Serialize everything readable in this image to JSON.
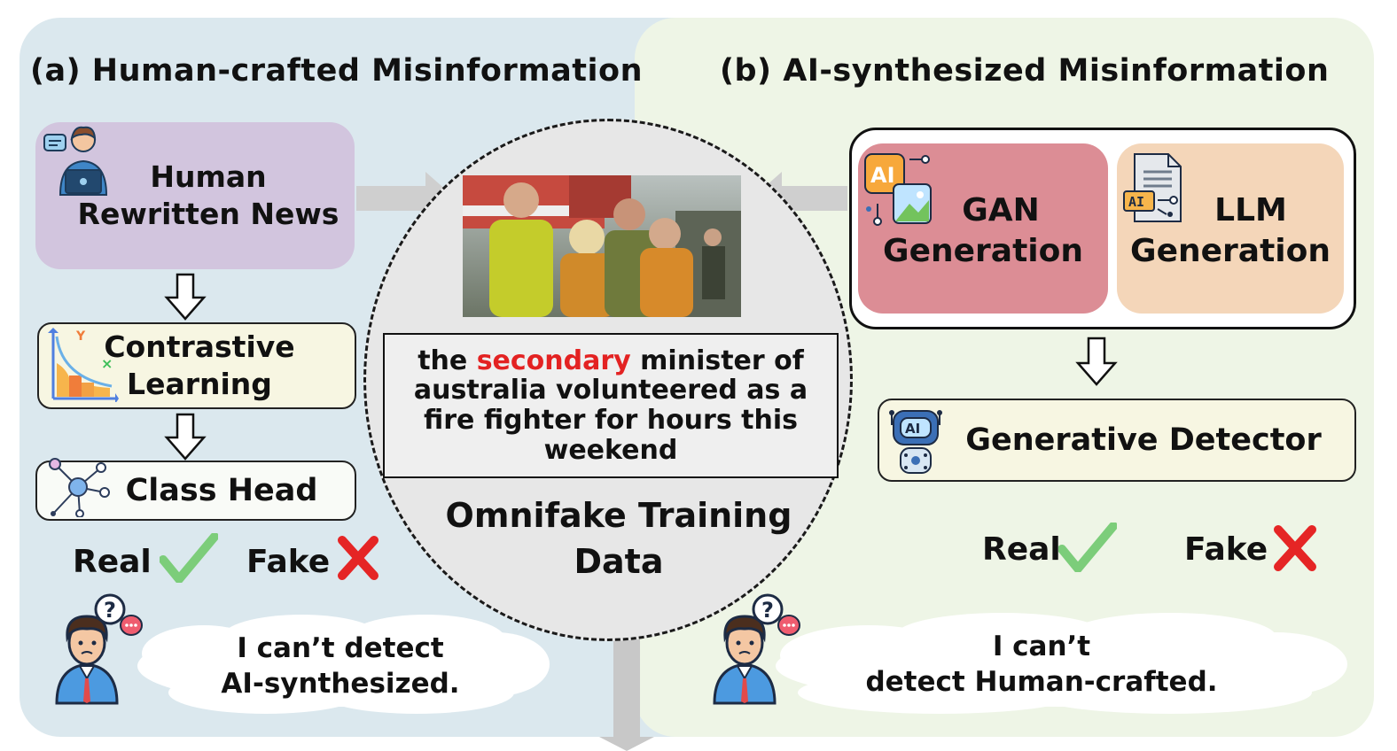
{
  "left_panel": {
    "title": "(a) Human-crafted Misinformation",
    "human_news": {
      "line1": "Human",
      "line2": "Rewritten News"
    },
    "contrastive": {
      "line1": "Contrastive",
      "line2": "Learning"
    },
    "class_head": "Class Head",
    "real_label": "Real",
    "fake_label": "Fake",
    "speech": {
      "line1": "I can’t detect",
      "line2": "AI-synthesized."
    }
  },
  "right_panel": {
    "title": "(b) AI-synthesized Misinformation",
    "gan": {
      "line1": "GAN",
      "line2": "Generation"
    },
    "llm": {
      "line1": "LLM",
      "line2": "Generation"
    },
    "detector": "Generative Detector",
    "real_label": "Real",
    "fake_label": "Fake",
    "speech": {
      "line1": "I can’t",
      "line2": "detect Human-crafted."
    }
  },
  "center": {
    "caption_before": "the ",
    "caption_highlight": "secondary",
    "caption_after": " minister of australia volunteered as a fire fighter for hours this weekend",
    "title_line1": "Omnifake Training",
    "title_line2": "Data"
  },
  "icons": {
    "human": "person-with-laptop-icon",
    "contrastive": "chart-icon",
    "class_head": "network-nodes-icon",
    "gan": "ai-image-icon",
    "llm": "ai-document-icon",
    "detector": "robot-icon",
    "confused_person": "confused-person-icon",
    "real": "check-icon",
    "fake": "cross-icon"
  },
  "colors": {
    "left_panel": "#dbe8ee",
    "right_panel": "#eef5e6",
    "human_box": "#d2c5de",
    "gan_box": "#dc8d95",
    "llm_box": "#f4d6b9",
    "detector_box": "#f7f6e2",
    "highlight": "#e32222",
    "check": "#7ccd7a",
    "cross": "#e52525"
  }
}
